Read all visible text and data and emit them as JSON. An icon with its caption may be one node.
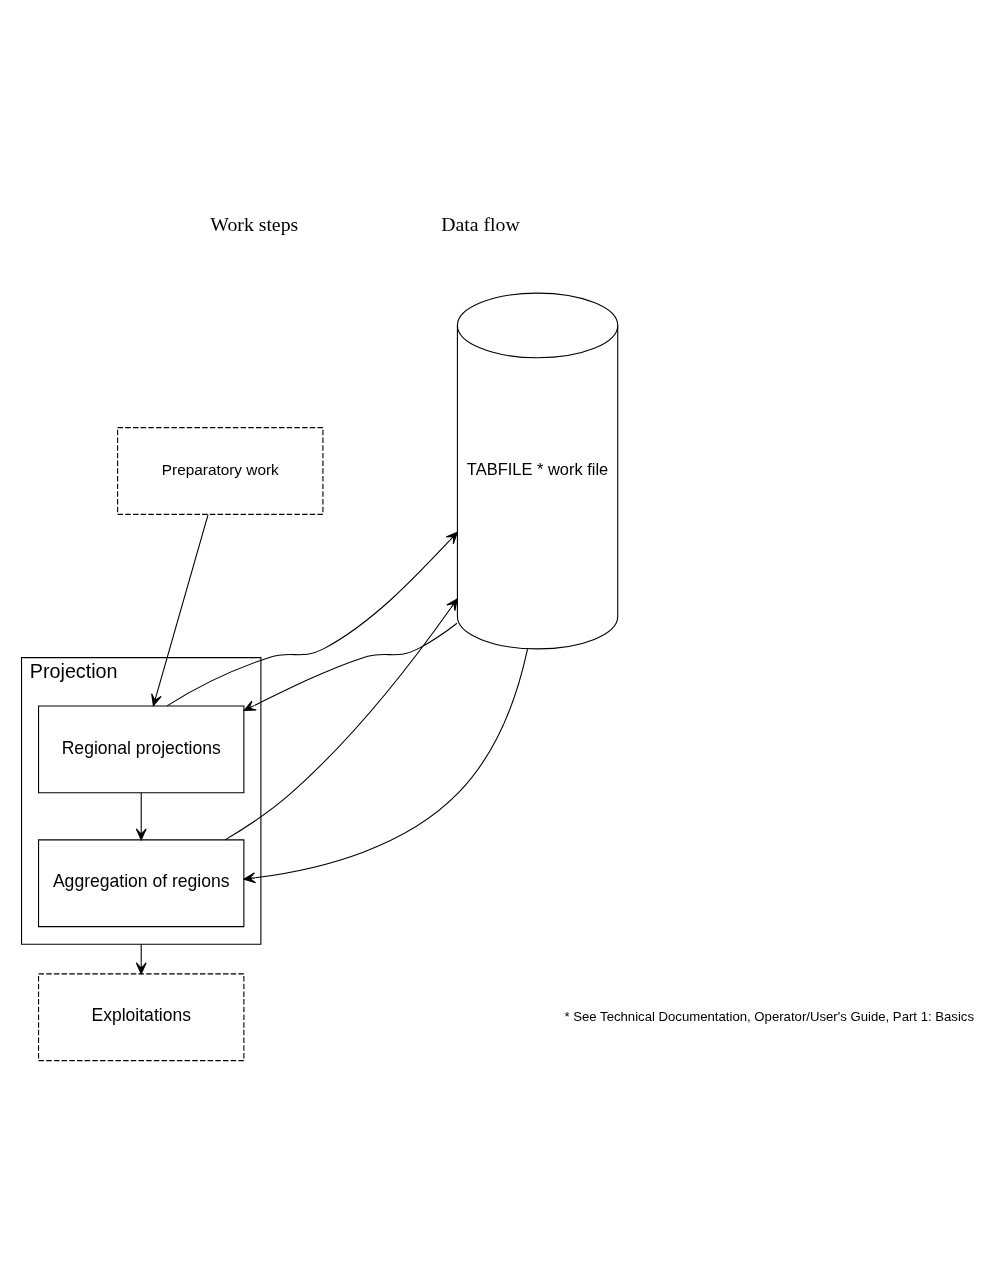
{
  "diagram": {
    "nodes": [
      {
        "text": [
          "Preparatory work"
        ]
      },
      {
        "text": [
          "Projection"
        ]
      },
      {
        "text": [
          "Regional projections"
        ],
        "in": 1
      },
      {
        "text": [
          "Aggregation of regions"
        ],
        "in": 1
      },
      {
        "text": [
          "Exploitations"
        ]
      },
      {
        "text": [
          "TABFILE * work file"
        ]
      }
    ],
    "edges": [
      {
        "from": 0,
        "to": 2,
        "arrow": "to"
      },
      {
        "from": 2,
        "to": 3,
        "arrow": "to"
      },
      {
        "from": 1,
        "to": 4,
        "arrow": "to"
      },
      {
        "from": 5,
        "to": 2,
        "arrow": "to"
      },
      {
        "from": 2,
        "to": 5,
        "arrow": "to"
      },
      {
        "from": 5,
        "to": 3,
        "arrow": "to"
      },
      {
        "from": 3,
        "to": 5,
        "arrow": "to"
      }
    ],
    "labels": [
      "Work steps",
      "Data flow",
      "* See Technical Documentation, Operator/User's Guide, Part 1: Basics"
    ]
  }
}
